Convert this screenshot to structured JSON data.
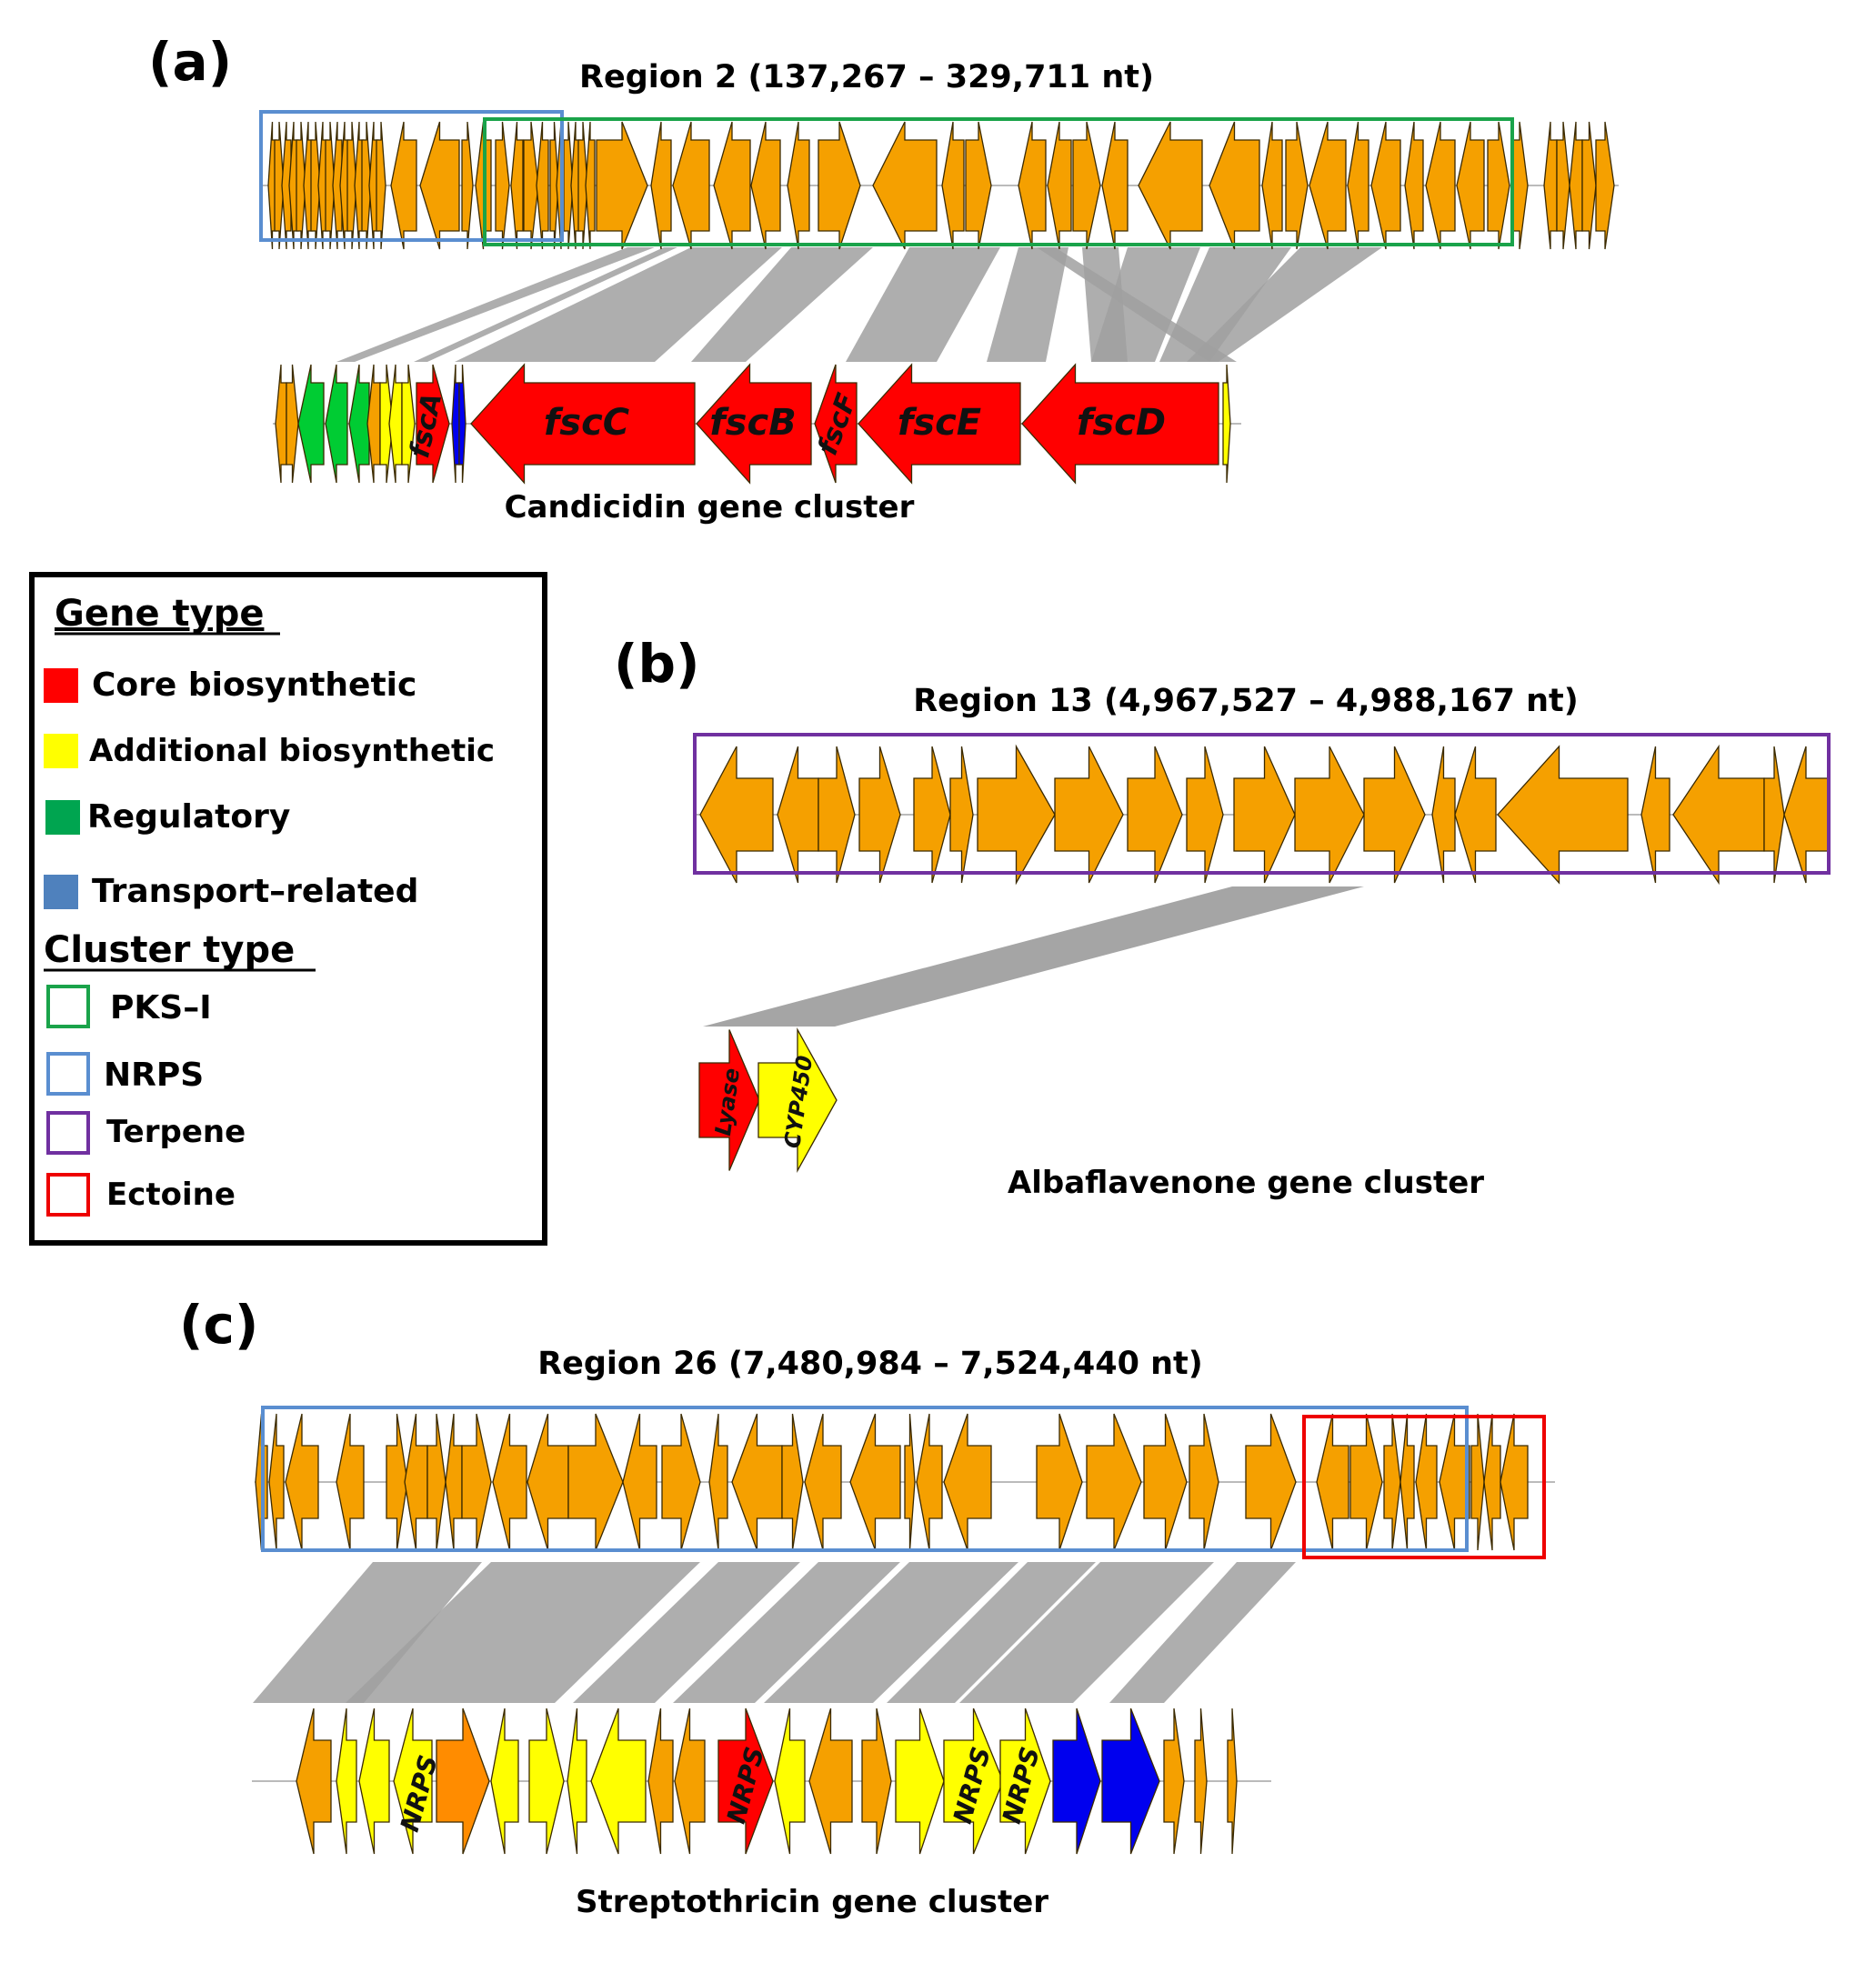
{
  "colors": {
    "orange": "#f5a000",
    "darkorange": "#ff8c00",
    "red": "#ff0000",
    "yellow": "#ffff00",
    "green": "#00cc33",
    "blue": "#0000ee",
    "legend_blue": "#4f81bd",
    "pks_box": "#1aa34a",
    "nrps_box": "#5a8ed0",
    "terpene_box": "#7030a0",
    "ectoine_box": "#ee0000",
    "link": "#a0a0a0"
  },
  "panel_a": {
    "label": "(a)",
    "region_title": "Region 2 (137,267 – 329,711 nt)",
    "cluster_name": "Candicidin gene cluster",
    "gene_labels": [
      "fscA",
      "fscC",
      "fscB",
      "fscF",
      "fscE",
      "fscD"
    ]
  },
  "panel_b": {
    "label": "(b)",
    "region_title": "Region 13 (4,967,527 – 4,988,167 nt)",
    "cluster_name": "Albaflavenone  gene cluster",
    "gene_labels": [
      "Lyase",
      "CYP450"
    ]
  },
  "panel_c": {
    "label": "(c)",
    "region_title": "Region 26 (7,480,984 – 7,524,440 nt)",
    "cluster_name": "Streptothricin gene cluster",
    "gene_labels": [
      "NRPS",
      "NRPS",
      "NRPS",
      "NRPS"
    ]
  },
  "legend": {
    "gene_type_title": "Gene type",
    "gene_types": [
      {
        "label": "Core biosynthetic",
        "color": "#ff0000"
      },
      {
        "label": "Additional biosynthetic",
        "color": "#ffff00"
      },
      {
        "label": "Regulatory",
        "color": "#00a550"
      },
      {
        "label": "Transport–related",
        "color": "#4f81bd"
      }
    ],
    "cluster_type_title": "Cluster type",
    "cluster_types": [
      {
        "label": "PKS–I",
        "color": "#1aa34a"
      },
      {
        "label": "NRPS",
        "color": "#5a8ed0"
      },
      {
        "label": "Terpene",
        "color": "#7030a0"
      },
      {
        "label": "Ectoine",
        "color": "#ee0000"
      }
    ]
  }
}
